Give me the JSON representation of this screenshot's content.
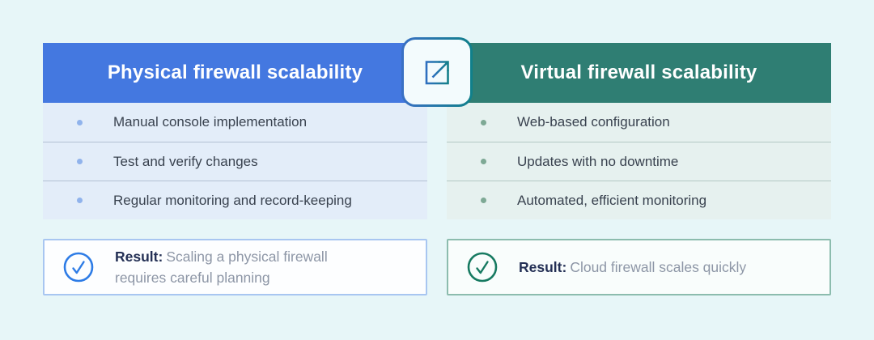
{
  "page": {
    "background_color": "#E7F6F8"
  },
  "center_icon": {
    "name": "external-link-icon",
    "border_gradient": [
      "#3A70C5",
      "#10808A"
    ],
    "stroke_gradient": [
      "#2E6FC0",
      "#14808A"
    ]
  },
  "columns": [
    {
      "id": "physical",
      "title": "Physical firewall scalability",
      "header_color": "#4478E0",
      "row_background": "#E3EDF9",
      "bullet_color": "#90B3EC",
      "items": [
        "Manual console implementation",
        "Test and verify changes",
        "Regular monitoring and record-keeping"
      ],
      "result": {
        "label": "Result:",
        "text": "Scaling a physical firewall requires careful planning",
        "border_color": "#A8C6F1",
        "check_color": "#2E7CE6"
      }
    },
    {
      "id": "virtual",
      "title": "Virtual firewall scalability",
      "header_color": "#2F7E73",
      "row_background": "#E6F1EF",
      "bullet_color": "#7EA995",
      "items": [
        "Web-based configuration",
        "Updates with no downtime",
        "Automated, efficient monitoring"
      ],
      "result": {
        "label": "Result:",
        "text": "Cloud firewall scales quickly",
        "border_color": "#8CBCAE",
        "check_color": "#177A61"
      }
    }
  ]
}
